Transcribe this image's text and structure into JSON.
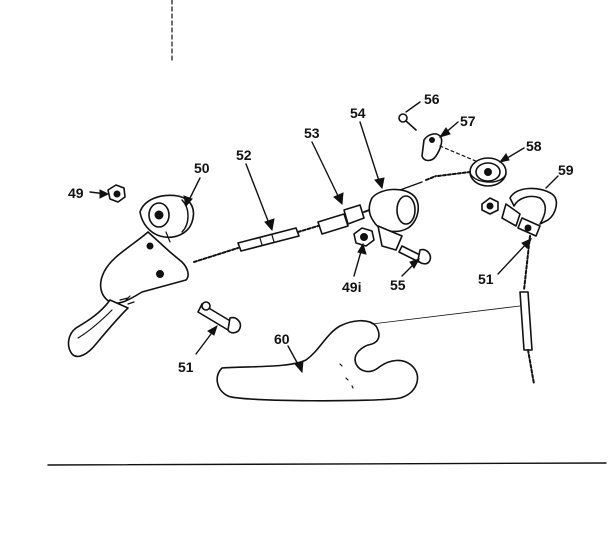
{
  "diagram": {
    "labels": {
      "p49": "49",
      "p50": "50",
      "p52": "52",
      "p53": "53",
      "p54": "54",
      "p56": "56",
      "p57": "57",
      "p58": "58",
      "p59": "59",
      "p49i": "49i",
      "p55": "55",
      "p51a": "51",
      "p51b": "51",
      "p60": "60"
    }
  }
}
